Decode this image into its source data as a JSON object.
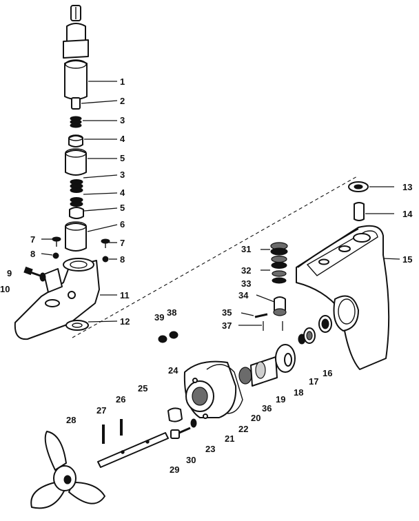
{
  "diagram": {
    "callouts": [
      {
        "id": "p1",
        "text": "1"
      },
      {
        "id": "p2",
        "text": "2"
      },
      {
        "id": "p3a",
        "text": "3"
      },
      {
        "id": "p4a",
        "text": "4"
      },
      {
        "id": "p5a",
        "text": "5"
      },
      {
        "id": "p3b",
        "text": "3"
      },
      {
        "id": "p4b",
        "text": "4"
      },
      {
        "id": "p5b",
        "text": "5"
      },
      {
        "id": "p6",
        "text": "6"
      },
      {
        "id": "p7a",
        "text": "7"
      },
      {
        "id": "p7b",
        "text": "7"
      },
      {
        "id": "p8a",
        "text": "8"
      },
      {
        "id": "p8b",
        "text": "8"
      },
      {
        "id": "p9",
        "text": "9"
      },
      {
        "id": "p10",
        "text": "10"
      },
      {
        "id": "p11",
        "text": "11"
      },
      {
        "id": "p12",
        "text": "12"
      },
      {
        "id": "p13",
        "text": "13"
      },
      {
        "id": "p14",
        "text": "14"
      },
      {
        "id": "p15",
        "text": "15"
      },
      {
        "id": "p16",
        "text": "16"
      },
      {
        "id": "p17",
        "text": "17"
      },
      {
        "id": "p18",
        "text": "18"
      },
      {
        "id": "p19",
        "text": "19"
      },
      {
        "id": "p20",
        "text": "20"
      },
      {
        "id": "p21",
        "text": "21"
      },
      {
        "id": "p22",
        "text": "22"
      },
      {
        "id": "p23",
        "text": "23"
      },
      {
        "id": "p24",
        "text": "24"
      },
      {
        "id": "p25",
        "text": "25"
      },
      {
        "id": "p26",
        "text": "26"
      },
      {
        "id": "p27",
        "text": "27"
      },
      {
        "id": "p28",
        "text": "28"
      },
      {
        "id": "p29",
        "text": "29"
      },
      {
        "id": "p30",
        "text": "30"
      },
      {
        "id": "p31",
        "text": "31"
      },
      {
        "id": "p32",
        "text": "32"
      },
      {
        "id": "p33",
        "text": "33"
      },
      {
        "id": "p34",
        "text": "34"
      },
      {
        "id": "p35",
        "text": "35"
      },
      {
        "id": "p36",
        "text": "36"
      },
      {
        "id": "p37",
        "text": "37"
      },
      {
        "id": "p38",
        "text": "38"
      },
      {
        "id": "p39",
        "text": "39"
      }
    ]
  }
}
